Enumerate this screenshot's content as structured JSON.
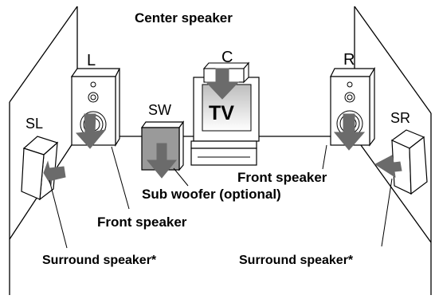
{
  "labels": {
    "center_speaker": "Center speaker",
    "center_code": "C",
    "left_code": "L",
    "right_code": "R",
    "subwoofer_code": "SW",
    "surround_left_code": "SL",
    "surround_right_code": "SR",
    "tv": "TV",
    "front_speaker_right": "Front speaker",
    "subwoofer": "Sub woofer (optional)",
    "front_speaker_left": "Front speaker",
    "surround_speaker_left": "Surround speaker*",
    "surround_speaker_right": "Surround speaker*"
  },
  "colors": {
    "line": "#000000",
    "arrow": "#6b6b6b",
    "speaker_fill": "#ffffff",
    "subwoofer_fill": "#9a9a9a"
  }
}
